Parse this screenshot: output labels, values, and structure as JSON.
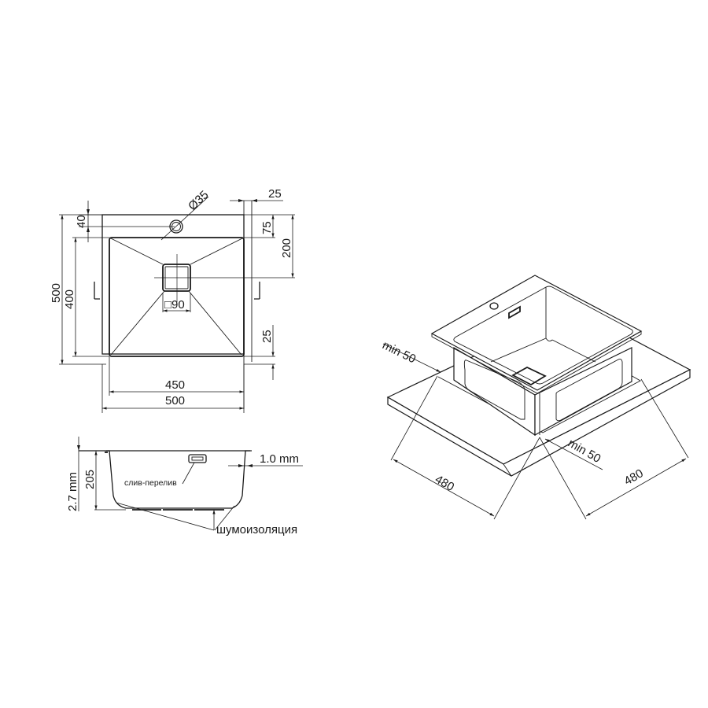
{
  "top_view": {
    "dims": {
      "hole_diameter": "Ø35",
      "top_offset": "25",
      "edge_40": "40",
      "edge_75": "75",
      "center_200": "200",
      "side_25": "25",
      "outer_height": "500",
      "inner_height": "400",
      "inner_width": "450",
      "outer_width": "500",
      "drain_size": "□90"
    }
  },
  "side_view": {
    "dims": {
      "thickness": "2.7 mm",
      "depth": "205",
      "wall": "1.0 mm"
    },
    "labels": {
      "overflow": "слив-перелив",
      "insulation": "шумоизоляция"
    }
  },
  "iso_view": {
    "dims": {
      "min_left": "min 50",
      "min_right": "min 50",
      "width_left": "480",
      "width_right": "480"
    }
  },
  "colors": {
    "line": "#1a1a1a",
    "background": "#ffffff"
  }
}
